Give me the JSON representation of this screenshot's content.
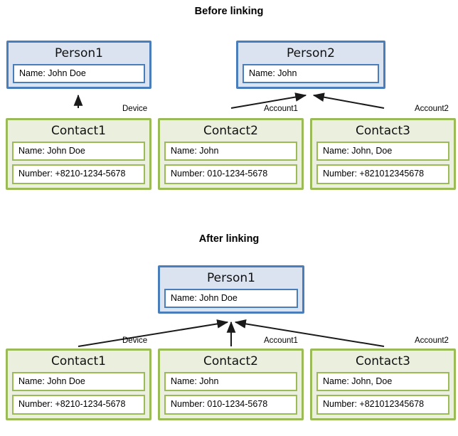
{
  "diagram": {
    "sections": [
      {
        "id": "before",
        "title": "Before linking"
      },
      {
        "id": "after",
        "title": "After linking"
      }
    ],
    "colors": {
      "person_border": "#4A7EBB",
      "person_fill": "#DCE3F0",
      "contact_border": "#9BBB59",
      "contact_fill": "#EAEFDE",
      "arrow": "#1A1A1A",
      "text": "#000000",
      "background": "#FFFFFF"
    },
    "before": {
      "persons": [
        {
          "id": "person1",
          "title": "Person1",
          "fields": [
            {
              "label": "Name:",
              "value": "John Doe",
              "text": "Name:  John Doe"
            }
          ]
        },
        {
          "id": "person2",
          "title": "Person2",
          "fields": [
            {
              "label": "Name:",
              "value": "John",
              "text": "Name:  John"
            }
          ]
        }
      ],
      "contacts": [
        {
          "id": "contact1",
          "title": "Contact1",
          "fields": [
            {
              "label": "Name:",
              "value": "John Doe",
              "text": "Name:  John Doe"
            },
            {
              "label": "Number:",
              "value": "+8210-1234-5678",
              "text": "Number:  +8210-1234-5678"
            }
          ]
        },
        {
          "id": "contact2",
          "title": "Contact2",
          "fields": [
            {
              "label": "Name:",
              "value": "John",
              "text": "Name:  John"
            },
            {
              "label": "Number:",
              "value": "010-1234-5678",
              "text": "Number: 010-1234-5678"
            }
          ]
        },
        {
          "id": "contact3",
          "title": "Contact3",
          "fields": [
            {
              "label": "Name:",
              "value": "John, Doe",
              "text": "Name:  John, Doe"
            },
            {
              "label": "Number:",
              "value": "+821012345678",
              "text": "Number:  +821012345678"
            }
          ]
        }
      ],
      "edges": [
        {
          "from": "contact1",
          "to": "person1",
          "label": "Device"
        },
        {
          "from": "contact2",
          "to": "person2",
          "label": "Account1"
        },
        {
          "from": "contact3",
          "to": "person2",
          "label": "Account2"
        }
      ]
    },
    "after": {
      "persons": [
        {
          "id": "person1",
          "title": "Person1",
          "fields": [
            {
              "label": "Name:",
              "value": "John Doe",
              "text": "Name:  John Doe"
            }
          ]
        }
      ],
      "contacts": [
        {
          "id": "contact1",
          "title": "Contact1",
          "fields": [
            {
              "label": "Name:",
              "value": "John Doe",
              "text": "Name:  John Doe"
            },
            {
              "label": "Number:",
              "value": "+8210-1234-5678",
              "text": "Number:  +8210-1234-5678"
            }
          ]
        },
        {
          "id": "contact2",
          "title": "Contact2",
          "fields": [
            {
              "label": "Name:",
              "value": "John",
              "text": "Name:  John"
            },
            {
              "label": "Number:",
              "value": "010-1234-5678",
              "text": "Number: 010-1234-5678"
            }
          ]
        },
        {
          "id": "contact3",
          "title": "Contact3",
          "fields": [
            {
              "label": "Name:",
              "value": "John, Doe",
              "text": "Name:  John, Doe"
            },
            {
              "label": "Number:",
              "value": "+821012345678",
              "text": "Number:  +821012345678"
            }
          ]
        }
      ],
      "edges": [
        {
          "from": "contact1",
          "to": "person1",
          "label": "Device"
        },
        {
          "from": "contact2",
          "to": "person1",
          "label": "Account1"
        },
        {
          "from": "contact3",
          "to": "person1",
          "label": "Account2"
        }
      ]
    }
  }
}
